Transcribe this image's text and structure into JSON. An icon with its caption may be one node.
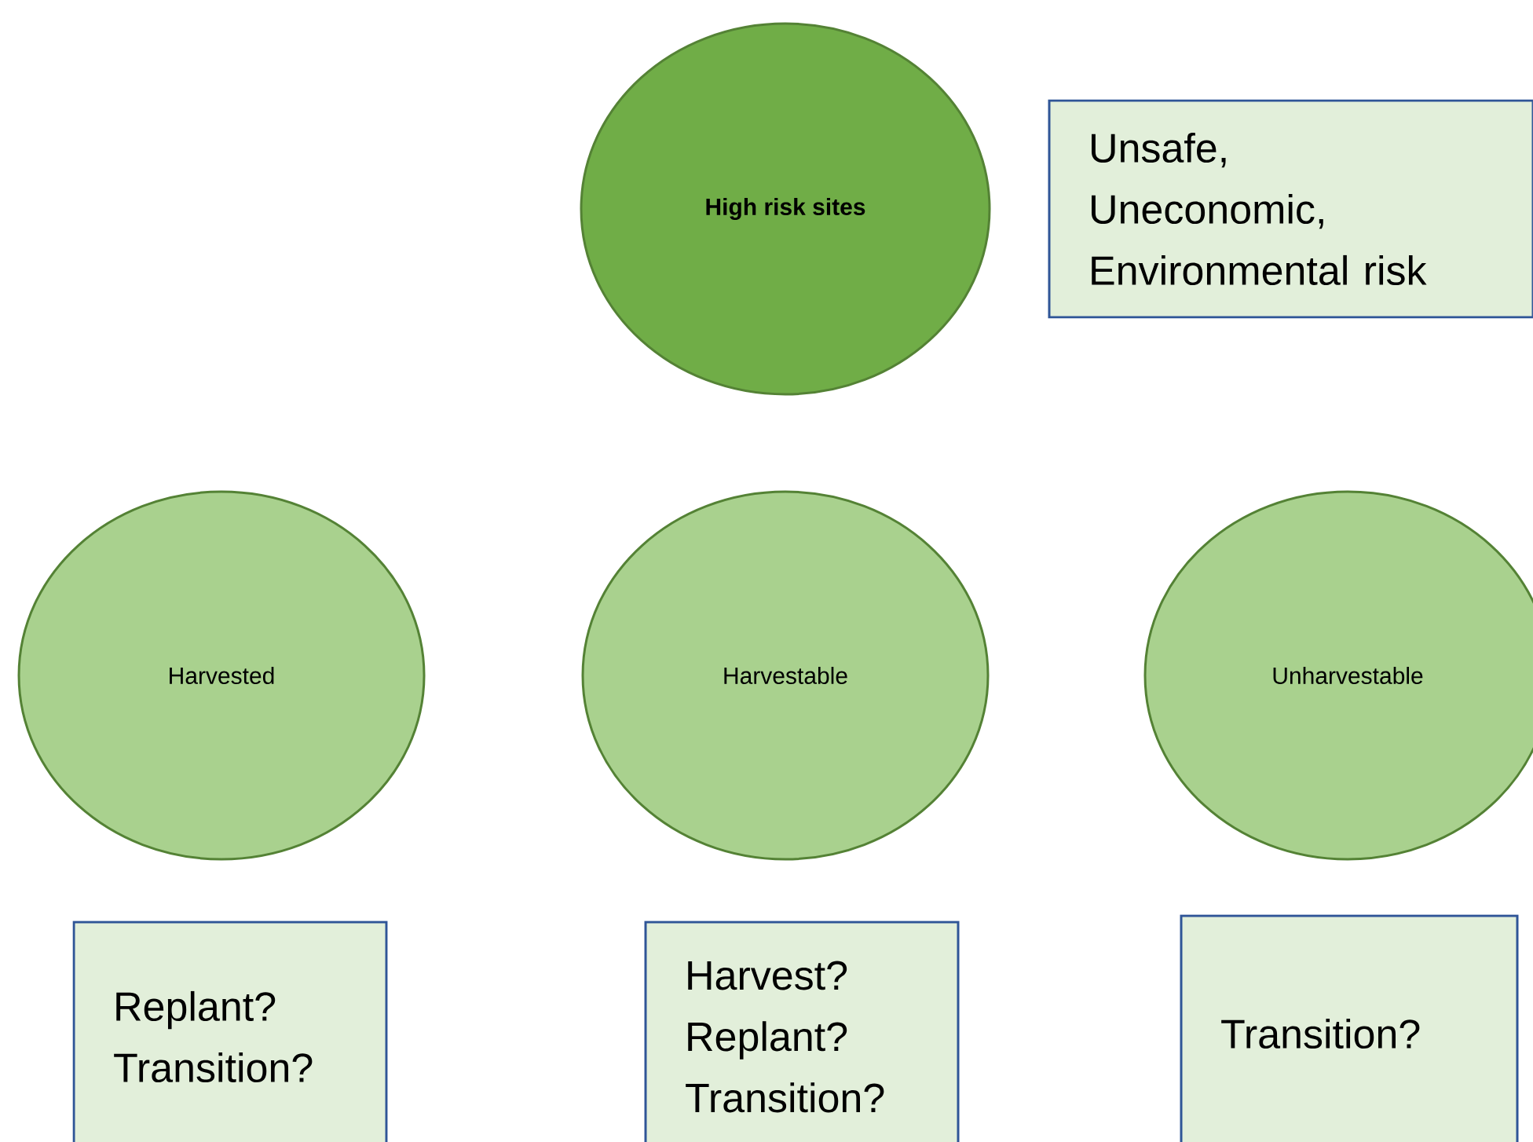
{
  "diagram": {
    "nodes": [
      {
        "text": [
          "High risk sites"
        ]
      },
      {
        "text": [
          "Unsafe,",
          "Uneconomic,",
          "Environmental risk"
        ]
      },
      {
        "text": [
          "Harvested"
        ]
      },
      {
        "text": [
          "Harvestable"
        ]
      },
      {
        "text": [
          "Unharvestable"
        ]
      },
      {
        "text": [
          "Replant?",
          "Transition?"
        ]
      },
      {
        "text": [
          "Harvest?",
          "Replant?",
          "Transition?"
        ]
      },
      {
        "text": [
          "Transition?"
        ]
      }
    ]
  }
}
